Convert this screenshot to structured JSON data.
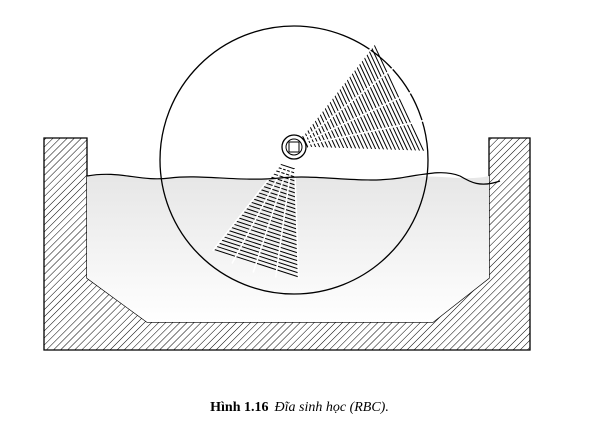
{
  "figure": {
    "label": "Hình 1.16",
    "caption": "Đĩa sinh học (RBC)."
  },
  "colors": {
    "stroke": "#000000",
    "background": "#ffffff",
    "water_top": "#e6e6e6",
    "water_bottom": "#ffffff",
    "hatch": "#000000"
  },
  "diagram": {
    "components": [
      "tank-wall",
      "water-body",
      "water-surface",
      "disc",
      "shaft",
      "media-sector-upper",
      "media-sector-lower"
    ]
  }
}
